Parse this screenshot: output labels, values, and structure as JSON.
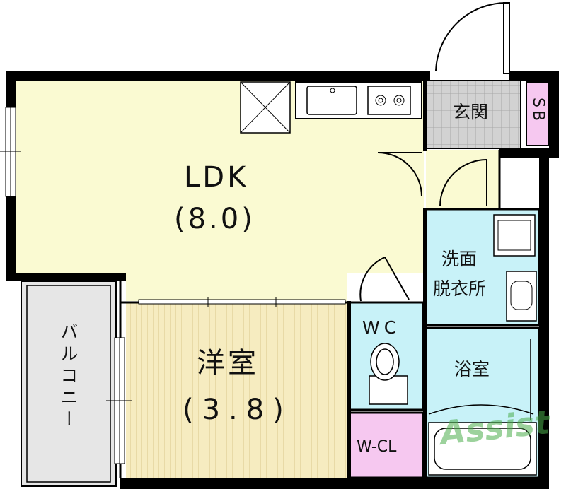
{
  "rooms": {
    "ldk_name": "LDK",
    "ldk_size": "(8.0)",
    "western_name": "洋室",
    "western_size": "(3.8)",
    "entrance": "玄関",
    "shoe_box": "SB",
    "washroom_line1": "洗面",
    "washroom_line2": "脱衣所",
    "wc": "WC",
    "bathroom": "浴室",
    "walk_in_closet": "W-CL",
    "balcony": "バルコニー"
  },
  "watermark": {
    "brand": "Assist"
  },
  "colors": {
    "ldk": "#fafad2",
    "western": "#f6ecc0",
    "wet_area": "#c8f2f8",
    "entrance": "#d4d4d4",
    "closet_sb": "#f6c8f0",
    "balcony": "#e6e6e6",
    "wall": "#000000",
    "watermark": "#4cae4c"
  }
}
